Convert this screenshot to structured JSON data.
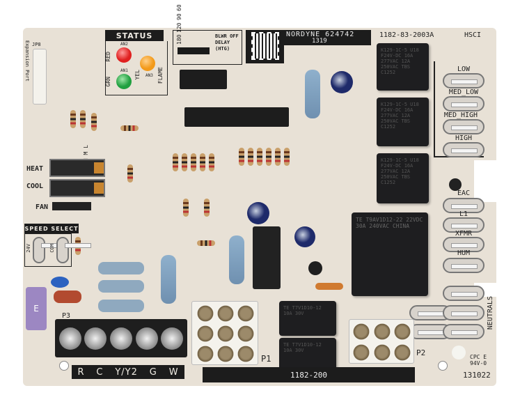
{
  "board": {
    "status_label": "STATUS",
    "led_labels": {
      "red": "RED",
      "grn": "GRN",
      "yel": "YEL",
      "flame": "FLAME",
      "an1": "AN1",
      "an2": "AN2",
      "an3": "AN3"
    },
    "blower_delay": {
      "options": [
        "180",
        "120",
        "90",
        "60"
      ],
      "label": "BLWR OFF DELAY (HTG)"
    },
    "brand": "NORDYNE 624742",
    "brand_code": "1319",
    "part_number": "1182-83-2003A",
    "hsci": "HSCI",
    "expansion_port": "Expansion Port",
    "jp8": "JP8",
    "speed_taps": [
      "LOW",
      "MED_LOW",
      "MED_HIGH",
      "HIGH"
    ],
    "accessory_taps": [
      "EAC",
      "L1",
      "XFMR",
      "HUM"
    ],
    "neutrals": "NEUTRALS",
    "switches": {
      "heat": "HEAT",
      "cool": "COOL",
      "fan": "FAN",
      "hml": "H M L"
    },
    "speed_select": "SPEED SELECT",
    "speed_select_pins": [
      "24V",
      "COM"
    ],
    "terminals": [
      "R",
      "C",
      "Y/Y2",
      "G",
      "W"
    ],
    "p3": "P3",
    "p1": "P1",
    "p2": "P2",
    "bottom_label": "1182-200",
    "cert": "CPC E 94V-0",
    "date_code": "131022",
    "relay_text": "K129-1C-5 U18 F24V-DC 16A 277VAC 12A 250VAC TBS C1252",
    "big_relay_text": "TE T9AV1D12-22 22VDC 30A 240VAC CHINA",
    "small_relay_text": "TE T7V1D10-12 10A 30V",
    "fuse_label": "E",
    "colors": {
      "board": "#e8e1d6",
      "silkscreen_block": "#1c1c1c",
      "led_red": "#e02020",
      "led_yellow": "#f39a1a",
      "led_green": "#20a040",
      "fuse": "#9c87c2"
    }
  }
}
